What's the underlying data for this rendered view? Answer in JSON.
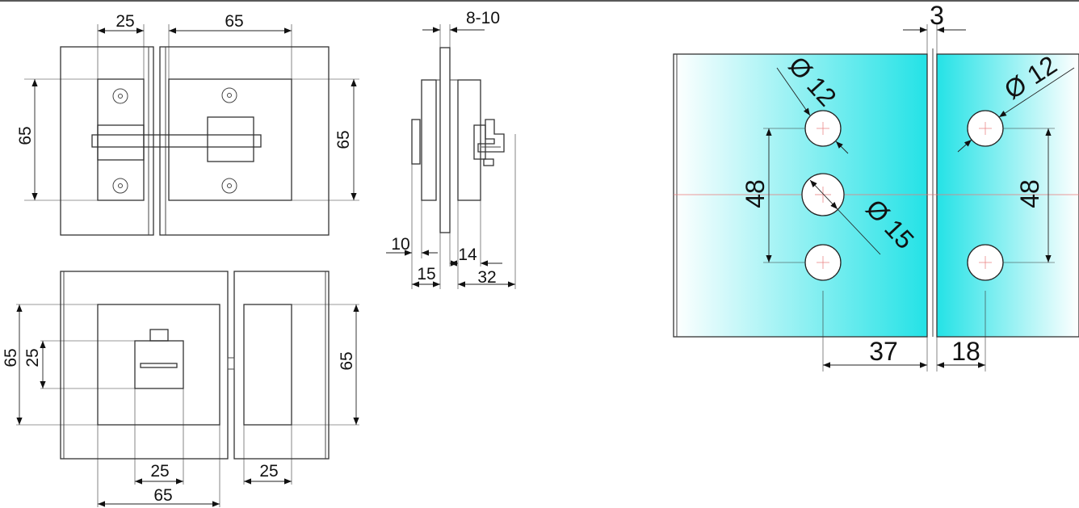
{
  "front_view": {
    "dim_left_width": "25",
    "dim_right_width": "65",
    "dim_left_height": "65",
    "dim_right_height": "65"
  },
  "side_view": {
    "dim_glass": "8-10",
    "dim_a": "10",
    "dim_b": "15",
    "dim_c": "14",
    "dim_d": "32"
  },
  "back_view": {
    "dim_outer_height": "65",
    "dim_button_height": "25",
    "dim_right_height": "65",
    "dim_button_width": "25",
    "dim_plate_width": "65",
    "dim_right_width": "25"
  },
  "glass_view": {
    "dim_gap": "3",
    "dim_hole_small_left": "Ø 12",
    "dim_hole_small_right": "Ø 12",
    "dim_hole_large": "Ø 15",
    "dim_spacing_left": "48",
    "dim_spacing_right": "48",
    "dim_offset_left": "37",
    "dim_offset_right": "18"
  },
  "colors": {
    "glass_edge": "#24e2e6",
    "glass_center": "#ffffff",
    "centerline": "#e87979"
  }
}
